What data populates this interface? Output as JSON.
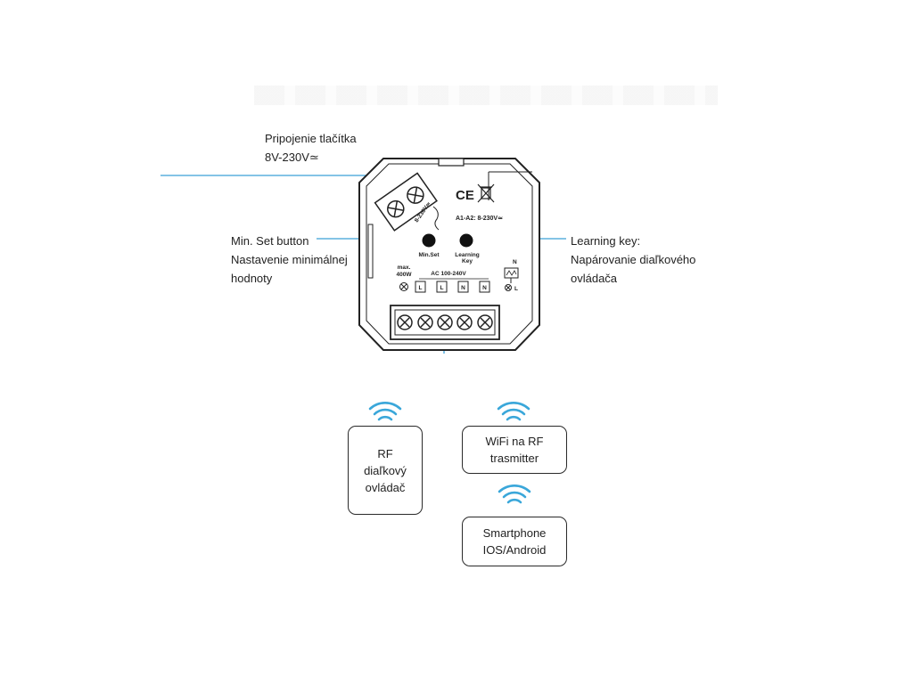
{
  "callouts": {
    "top_left": [
      "Pripojenie tlačítka",
      "8V-230V≃"
    ],
    "mid_left": [
      "Min. Set button",
      "Nastavenie minimálnej",
      "hodnoty"
    ],
    "mid_right": [
      "Learning key:",
      "Napárovanie diaľkového",
      "ovládača"
    ]
  },
  "device": {
    "voltage_mark": "A1-A2: 8-230V≃",
    "rotated_terminal_label": "8-230V≃",
    "button_min_set": "Min.Set",
    "button_learning": [
      "Learning",
      "Key"
    ],
    "max_label": [
      "max.",
      "400W"
    ],
    "ac_label": "AC 100-240V",
    "terminal_labels": [
      "L",
      "L",
      "N",
      "N"
    ],
    "n_label": "N",
    "l_label": "L",
    "ce_mark": "CE"
  },
  "boxes": {
    "rf_remote": [
      "RF",
      "diaľkový",
      "ovládač"
    ],
    "wifi_transmitter": [
      "WiFi na RF",
      "trasmitter"
    ],
    "smartphone": [
      "Smartphone",
      "IOS/Android"
    ]
  },
  "colors": {
    "accent_blue": "#3aa0d8",
    "wifi_blue": "#3aa7da",
    "outline": "#222222"
  }
}
